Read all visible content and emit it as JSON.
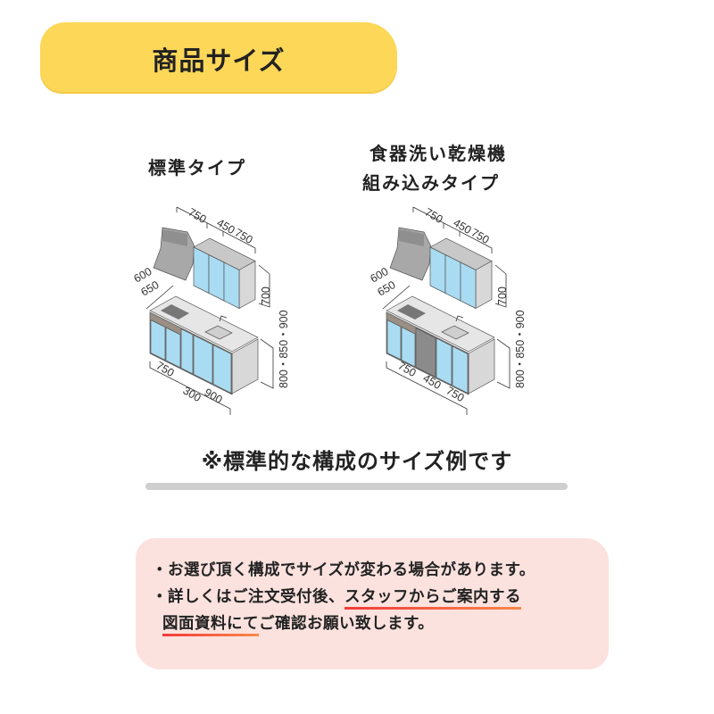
{
  "banner": {
    "title": "商品サイズ",
    "color": "#fcd758"
  },
  "standard": {
    "title": "標準タイプ",
    "dims": {
      "upper": [
        "750",
        "450",
        "750"
      ],
      "upper_height": "700",
      "depth": [
        "600",
        "650"
      ],
      "height": "800・850・900",
      "lower": [
        "750",
        "300",
        "900"
      ]
    }
  },
  "dishwasher": {
    "title_lines": [
      "食器洗い乾燥機",
      "組み込みタイプ"
    ],
    "dims": {
      "upper": [
        "750",
        "450",
        "750"
      ],
      "upper_height": "700",
      "depth": [
        "600",
        "650"
      ],
      "height": "800・850・900",
      "lower": [
        "750",
        "450",
        "750"
      ]
    }
  },
  "note": "※標準的な構成のサイズ例です",
  "info": {
    "line1": "・お選び頂く構成でサイズが変わる場合があります。",
    "line2_plain": "・詳しくはご注文受付後、",
    "line2_underlined": "スタッフからご案内する",
    "line3_underlined": "図面資料にて",
    "line3_plain": "ご確認お願い致します。",
    "background": "#fbe2de",
    "underline_color": "#f33a3a"
  },
  "colors": {
    "door": "#a9dcf2",
    "cabinet": "#d8d8d8",
    "hood": "#a8a8a8"
  }
}
